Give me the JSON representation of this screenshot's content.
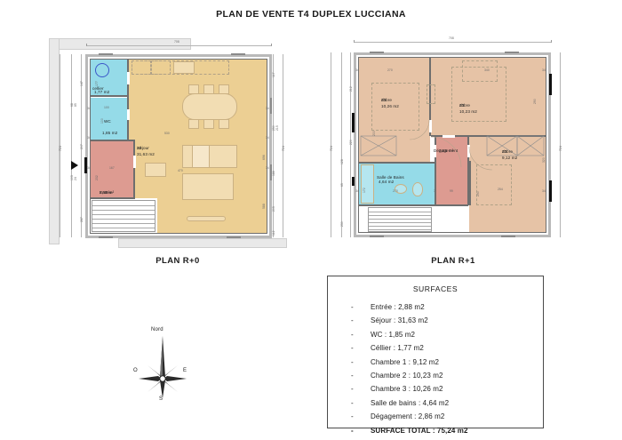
{
  "document": {
    "title": "PLAN DE VENTE T4 DUPLEX LUCCIANA"
  },
  "plans": {
    "ground": {
      "caption": "PLAN R+0",
      "overall_width": "708",
      "dims_left": [
        "147",
        "207",
        "287"
      ],
      "dims_left_total": "724",
      "dims_left_mid": [
        "68",
        "85"
      ],
      "dims_left_mid2": [
        "103",
        "24"
      ],
      "dims_right": [
        "117",
        "215",
        "250",
        "186",
        "205",
        "112"
      ],
      "dims_right_total": "724",
      "dims_inner": [
        "34",
        "34",
        "34",
        "34",
        "34",
        "34"
      ],
      "rooms": [
        {
          "name": "cellier",
          "code": "",
          "area": "1,77 m2",
          "fill": "cyan",
          "inner_dim": "177"
        },
        {
          "name": "WC",
          "code": "",
          "area": "1,85 m2",
          "fill": "cyan",
          "inner_dim": "100"
        },
        {
          "name": "Séjour",
          "code": "23",
          "area": "31,63 m2",
          "fill": "sejour",
          "inner_dim": "530"
        },
        {
          "name": "Entrée",
          "code": "",
          "area": "2,88 m²",
          "fill": "pink",
          "inner_dim": "167"
        }
      ],
      "extra_dims": [
        "530",
        "470",
        "696",
        "588",
        "100",
        "232",
        "100"
      ]
    },
    "upper": {
      "caption": "PLAN R+1",
      "overall_width": "708",
      "dims_left": [
        "212",
        "220",
        "128",
        "65",
        "230"
      ],
      "dims_left_total": "724",
      "dims_right": [
        "112",
        "80",
        "175",
        "320",
        "80",
        "175",
        "112"
      ],
      "dims_right_total": "724",
      "dims_inner": [
        "34",
        "34",
        "34",
        "34"
      ],
      "rooms": [
        {
          "name": "chbre",
          "code": "23",
          "area": "10,26 m2",
          "fill": "beige",
          "inner_dim": "270"
        },
        {
          "name": "chbre",
          "code": "23",
          "area": "10,23 m2",
          "fill": "beige",
          "inner_dim": "340"
        },
        {
          "name": "chbre",
          "code": "23",
          "area": "9,12 m2",
          "fill": "beige",
          "inner_dim": "254"
        },
        {
          "name": "Salle de Bains",
          "code": "",
          "area": "4,64 m2",
          "fill": "cyan",
          "inner_dim": "270"
        },
        {
          "name": "Dégagement",
          "code": "",
          "area": "2,86 m²",
          "fill": "pink",
          "inner_dim": "99"
        }
      ],
      "extra_dims": [
        "7",
        "7",
        "7",
        "290",
        "320",
        "172",
        "200",
        "290"
      ]
    }
  },
  "compass": {
    "north": "Nord",
    "east": "E",
    "south": "S",
    "west": "O"
  },
  "surfaces": {
    "heading": "SURFACES",
    "dash": "-",
    "items": [
      {
        "label": "Entrée : 2,88 m2"
      },
      {
        "label": "Séjour : 31,63 m2"
      },
      {
        "label": "WC : 1,85 m2"
      },
      {
        "label": "Céllier : 1,77 m2"
      },
      {
        "label": "Chambre 1 : 9,12 m2"
      },
      {
        "label": "Chambre 2 : 10,23 m2"
      },
      {
        "label": "Chambre 3 : 10,26 m2"
      },
      {
        "label": "Salle de bains : 4,64 m2"
      },
      {
        "label": "Dégagement : 2,86 m2"
      },
      {
        "label": "SURFACE TOTAL : 75,24 m2",
        "total": true
      }
    ]
  },
  "colors": {
    "sejour": "#eccf93",
    "bedroom": "#e6c3a6",
    "wet": "#95dbe8",
    "circulation": "#dd9b91",
    "wall": "#6e6e6e"
  }
}
